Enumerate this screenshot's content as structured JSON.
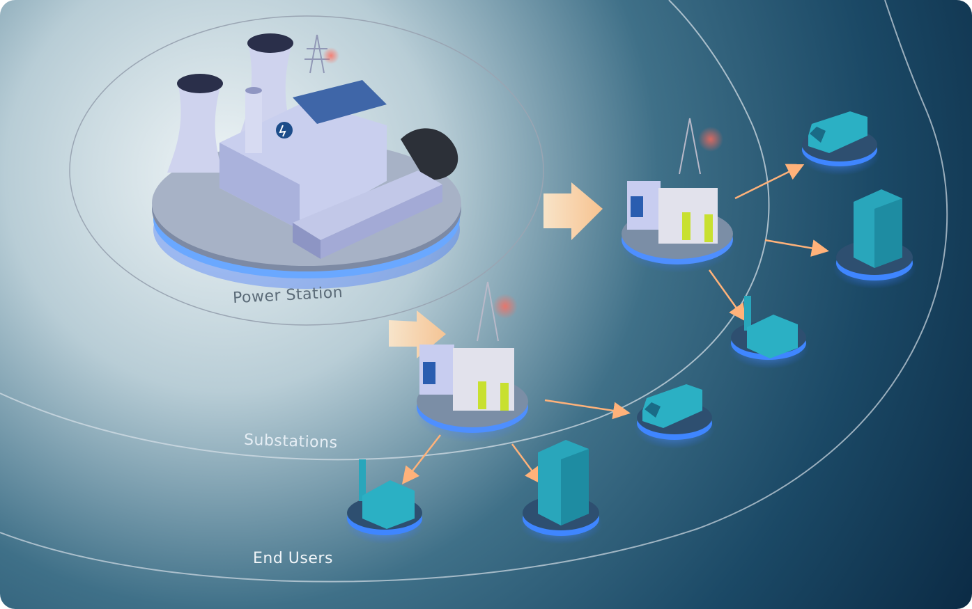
{
  "rings": {
    "power_station": "Power Station",
    "substations": "Substations",
    "end_users": "End Users"
  },
  "colors": {
    "background_light": "#dfe9ee",
    "background_dark": "#0d2f4a",
    "glow_blue": "#3f8cff",
    "arrow_orange": "#ffb37a",
    "building_teal": "#2bb0c4",
    "plant_lavender": "#b9bfe6"
  },
  "icons": [
    "power-plant-icon",
    "substation-icon",
    "van-icon",
    "office-building-icon",
    "factory-icon",
    "transmission-tower-icon"
  ]
}
